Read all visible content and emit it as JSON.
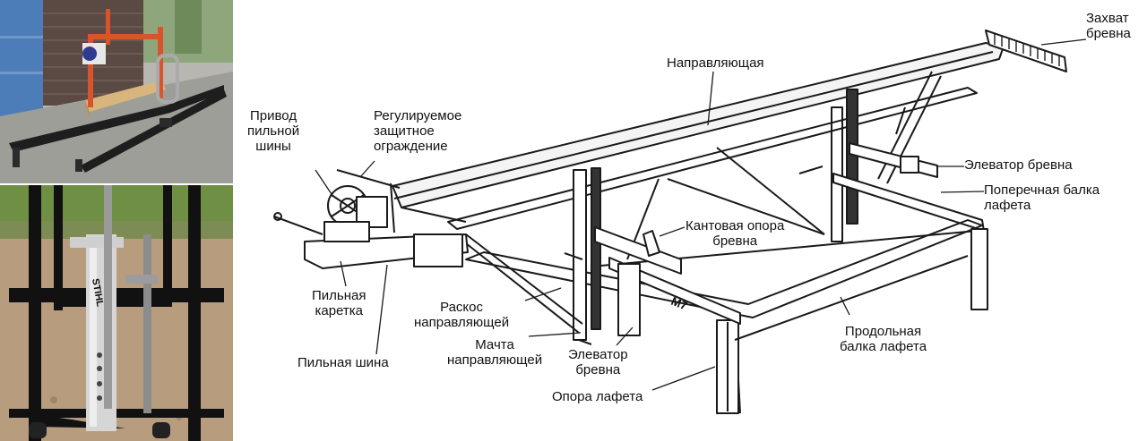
{
  "labels": {
    "zakhvat": "Захват\nбревна",
    "napravlyayushchaya": "Направляющая",
    "privod": "Привод\nпильной\nшины",
    "ograzhdenie": "Регулируемое\nзащитное\nограждение",
    "elevator_right": "Элеватор бревна",
    "poperechnaya": "Поперечная балка\nлафета",
    "kantovaya": "Кантовая опора\nбревна",
    "karetka": "Пильная\nкаретка",
    "raskos": "Раскос\nнаправляющей",
    "machta": "Мачта\nнаправляющей",
    "elevator_left": "Элеватор\nбревна",
    "prodolnaya": "Продольная\nбалка лафета",
    "shina": "Пильная шина",
    "opora": "Опора лафета"
  },
  "brand_marks": {
    "model": "M7",
    "tool_brand": "STIHL"
  },
  "colors": {
    "frame_line": "#1a1a1a",
    "photo_rail": "#d9542b",
    "steel_frame": "#111111",
    "wall": "#4c7db8"
  }
}
